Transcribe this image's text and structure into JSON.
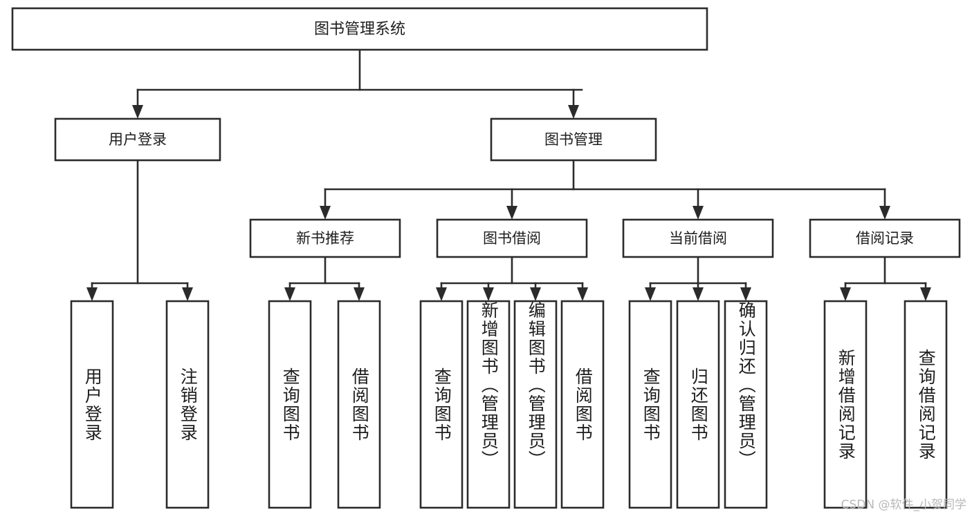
{
  "diagram": {
    "type": "tree",
    "title": "图书管理系统",
    "watermark": "CSDN @软件_小贺同学",
    "colors": {
      "stroke": "#2b2b2b",
      "fill": "#ffffff",
      "text": "#1d1d1d",
      "watermark": "#b8b8b8"
    },
    "root": {
      "label": "图书管理系统"
    },
    "level2": [
      {
        "label": "用户登录"
      },
      {
        "label": "图书管理"
      }
    ],
    "level3": [
      {
        "label": "新书推荐"
      },
      {
        "label": "图书借阅"
      },
      {
        "label": "当前借阅"
      },
      {
        "label": "借阅记录"
      }
    ],
    "leaves": {
      "user_login": [
        {
          "label": "用户登录"
        },
        {
          "label": "注销登录"
        }
      ],
      "new_book_recommend": [
        {
          "label": "查询图书"
        },
        {
          "label": "借阅图书"
        }
      ],
      "book_borrow": [
        {
          "label": "查询图书"
        },
        {
          "label": "新增图书（管理员）"
        },
        {
          "label": "编辑图书（管理员）"
        },
        {
          "label": "借阅图书"
        }
      ],
      "current_borrow": [
        {
          "label": "查询图书"
        },
        {
          "label": "归还图书"
        },
        {
          "label": "确认归还（管理员）"
        }
      ],
      "borrow_record": [
        {
          "label": "新增借阅记录"
        },
        {
          "label": "查询借阅记录"
        }
      ]
    }
  }
}
